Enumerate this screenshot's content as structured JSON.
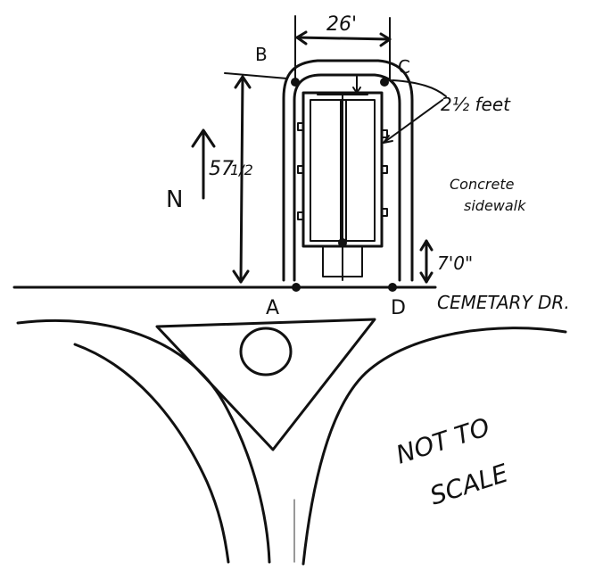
{
  "labels": {
    "width_dim": "26'",
    "point_b": "B",
    "point_c": "C",
    "depth_dim_main": "57",
    "depth_dim_frac": "1/2",
    "offset_note": "2½ feet",
    "north": "N",
    "material_line1": "Concrete",
    "material_line2": "sidewalk",
    "setback_dim": "7'0\"",
    "point_a": "A",
    "point_d": "D",
    "street_name": "CEMETARY DR.",
    "note_line1": "NOT TO",
    "note_line2": "SCALE"
  },
  "colors": {
    "ink": "#111111",
    "paper": "#ffffff"
  }
}
